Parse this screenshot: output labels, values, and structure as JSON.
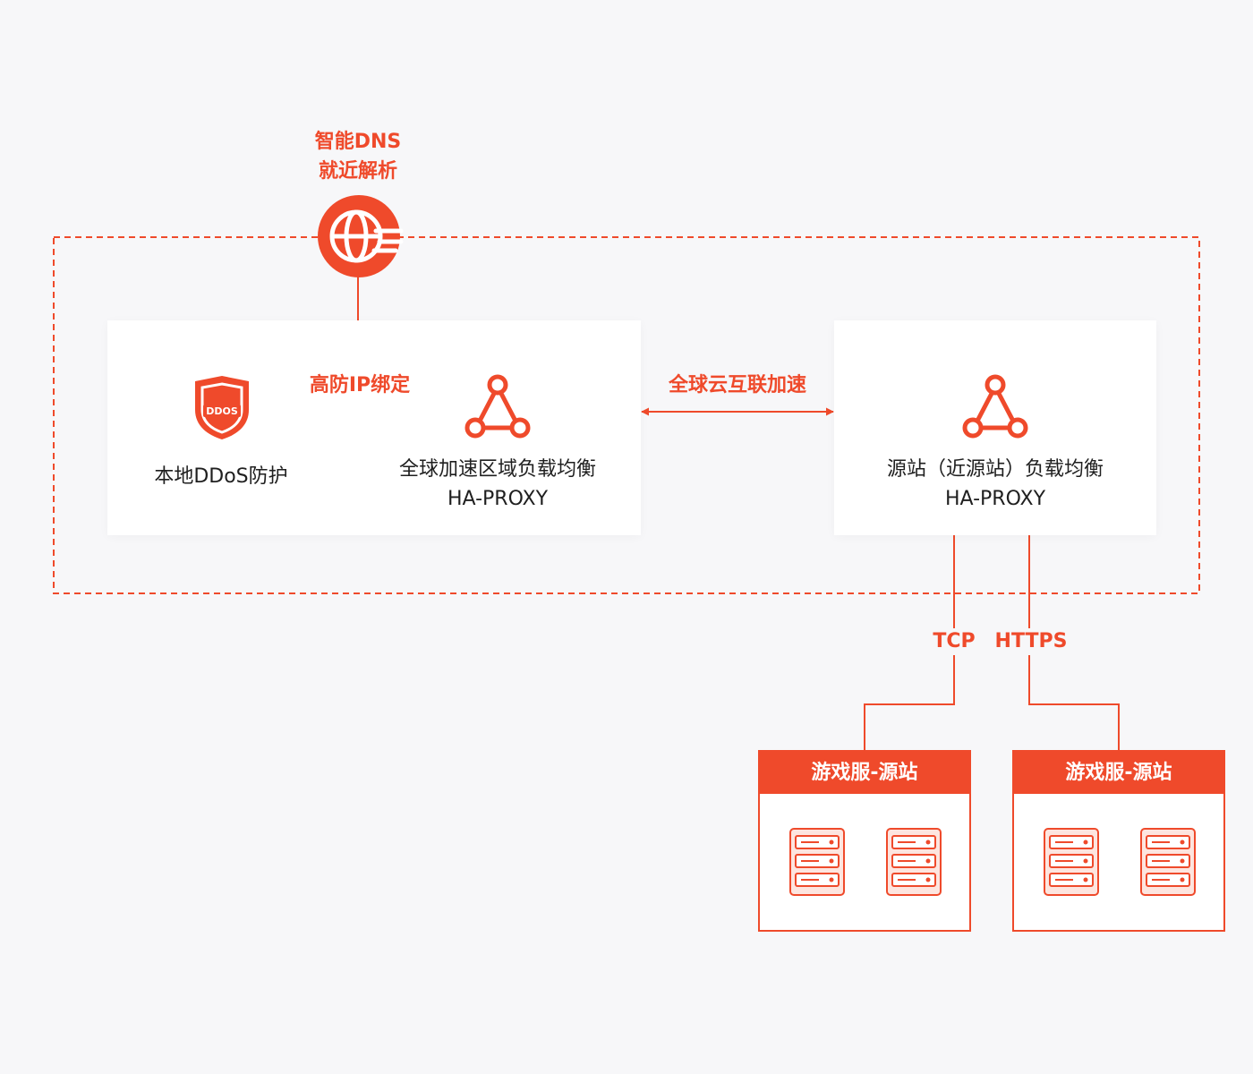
{
  "dns": {
    "line1": "智能DNS",
    "line2": "就近解析",
    "icon": "globe-speed-icon"
  },
  "edge_card": {
    "ddos_label": "本地DDoS防护",
    "ddos_badge": "DDOS",
    "ddos_icon": "shield-icon",
    "bind_label": "高防IP绑定",
    "lb_name": "全球加速区域负载均衡",
    "lb_sub": "HA-PROXY",
    "lb_icon": "load-balancer-icon"
  },
  "link_label": "全球云互联加速",
  "origin_card": {
    "lb_name": "源站（近源站）负载均衡",
    "lb_sub": "HA-PROXY",
    "lb_icon": "load-balancer-icon"
  },
  "protocols": [
    "TCP",
    "HTTPS"
  ],
  "servers": [
    {
      "title": "游戏服-源站",
      "icon": "server-rack-icon"
    },
    {
      "title": "游戏服-源站",
      "icon": "server-rack-icon"
    }
  ],
  "colors": {
    "accent": "#ef4a2b",
    "accent_light": "#fde5df",
    "background": "#f7f7f9",
    "text": "#1f1f1f"
  }
}
